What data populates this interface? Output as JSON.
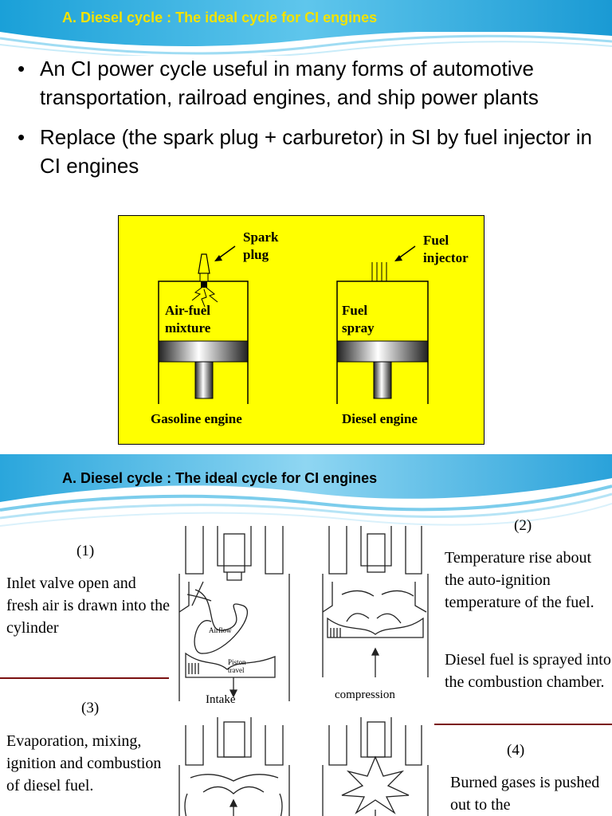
{
  "slide1": {
    "title": "A. Diesel cycle : The ideal cycle for CI engines",
    "bullets": [
      {
        "marker": "•",
        "text": " An CI power cycle useful in many forms of automotive transportation, railroad engines, and ship power plants"
      },
      {
        "marker": "•",
        "text": "Replace (the spark plug + carburetor) in SI by fuel injector in CI engines"
      }
    ],
    "diagram": {
      "spark_plug_label": "Spark\nplug",
      "fuel_injector_label": "Fuel\ninjector",
      "air_fuel_label": "Air-fuel\nmixture",
      "fuel_spray_label": "Fuel\nspray",
      "gasoline_label": "Gasoline engine",
      "diesel_label": "Diesel engine",
      "background_color": "#ffff00"
    }
  },
  "slide2": {
    "title": "A. Diesel cycle : The ideal cycle for CI engines",
    "step1": {
      "number": "(1)",
      "text": "Inlet valve open and fresh air is drawn into the cylinder"
    },
    "step2": {
      "number": "(2)",
      "text1": "Temperature rise about the auto-ignition temperature of the fuel.",
      "text2": "Diesel fuel is sprayed into the combustion chamber."
    },
    "step3": {
      "number": "(3)",
      "text": "Evaporation, mixing, ignition and combustion of diesel fuel."
    },
    "step4": {
      "number": "(4)",
      "text": "Burned gases is pushed out to the"
    },
    "captions": {
      "intake": "Intake",
      "compression": "compression",
      "airflow": "Airflow",
      "piston_travel": "Piston\ntravel"
    },
    "divider_color": "#7a1010"
  }
}
